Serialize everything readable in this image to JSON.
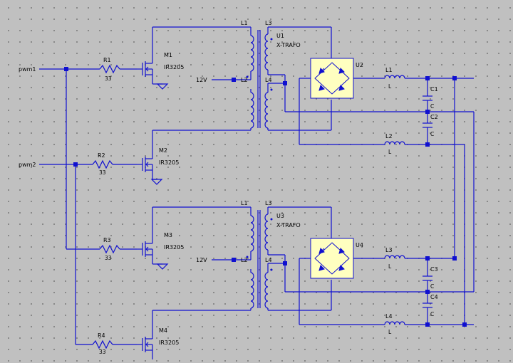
{
  "ports": {
    "pwm1": "pwm1",
    "pwm2": "pwm2"
  },
  "supply": {
    "v1": "12V",
    "v2": "12V"
  },
  "resistors": [
    {
      "ref": "R1",
      "value": "33"
    },
    {
      "ref": "R2",
      "value": "33"
    },
    {
      "ref": "R3",
      "value": "33"
    },
    {
      "ref": "R4",
      "value": "33"
    }
  ],
  "mosfets": [
    {
      "ref": "M1",
      "part": "IR3205"
    },
    {
      "ref": "M2",
      "part": "IR3205"
    },
    {
      "ref": "M3",
      "part": "IR3205"
    },
    {
      "ref": "M4",
      "part": "IR3205"
    }
  ],
  "transformers": [
    {
      "ref": "U1",
      "type": "X-TRAFO",
      "coils": [
        "L1",
        "L2",
        "L3",
        "L4"
      ]
    },
    {
      "ref": "U3",
      "type": "X-TRAFO",
      "coils": [
        "L1",
        "L2",
        "L3",
        "L4"
      ]
    }
  ],
  "bridges": [
    {
      "ref": "U2"
    },
    {
      "ref": "U4"
    }
  ],
  "inductors": [
    {
      "ref": "L1",
      "value": "L"
    },
    {
      "ref": "L2",
      "value": "L"
    },
    {
      "ref": "L3",
      "value": "L"
    },
    {
      "ref": "L4",
      "value": "L"
    }
  ],
  "capacitors": [
    {
      "ref": "C1",
      "value": "C"
    },
    {
      "ref": "C2",
      "value": "C"
    },
    {
      "ref": "C3",
      "value": "C"
    },
    {
      "ref": "C4",
      "value": "C"
    }
  ]
}
